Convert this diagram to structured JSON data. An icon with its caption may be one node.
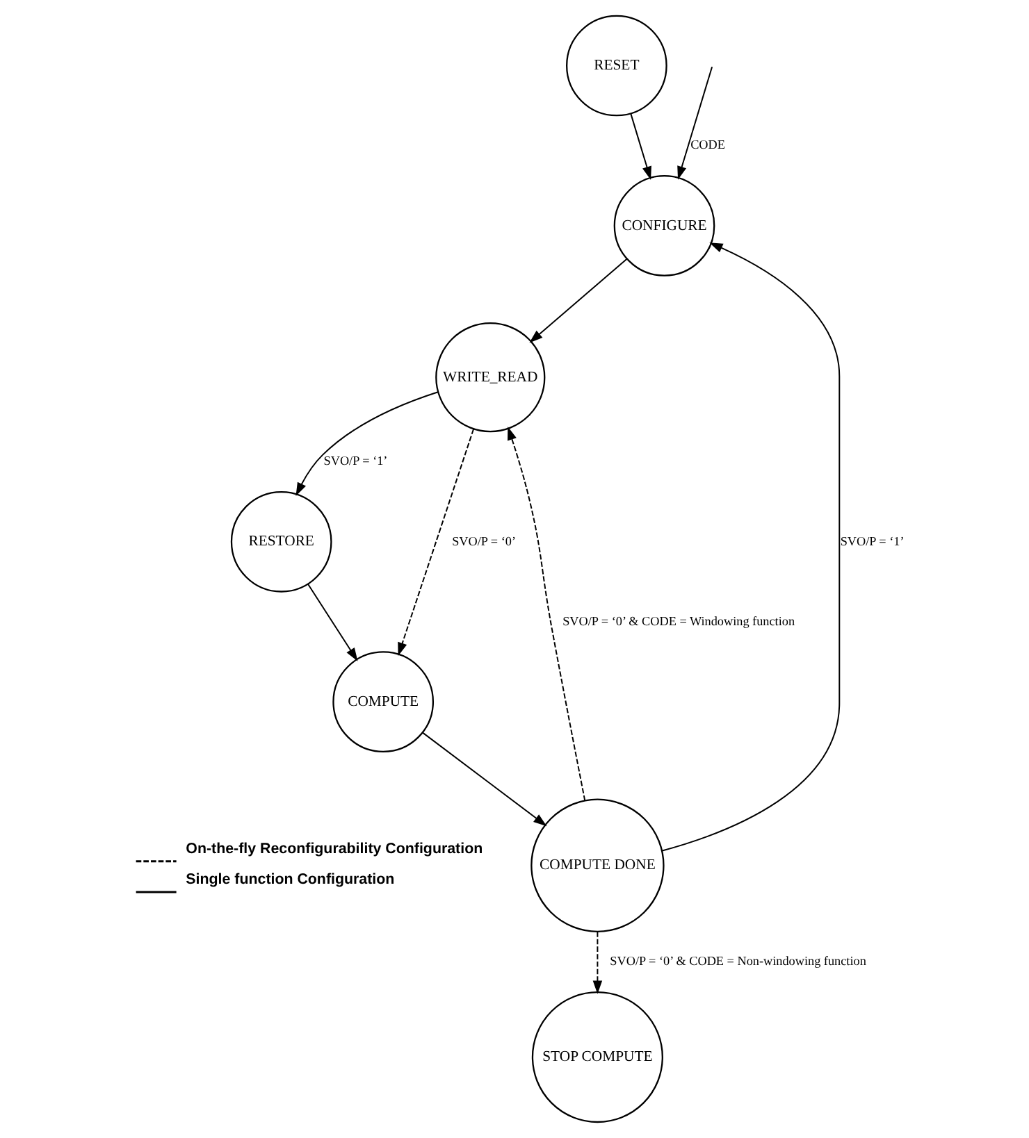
{
  "diagram": {
    "nodes": [
      {
        "text": [
          "RESET"
        ]
      },
      {
        "text": [
          "CONFIGURE"
        ]
      },
      {
        "text": [
          "STOP COMPUTE"
        ]
      },
      {
        "text": [
          "WRITE_READ"
        ]
      },
      {
        "text": [
          "COMPUTE DONE"
        ]
      },
      {
        "text": [
          "RESTORE"
        ]
      },
      {
        "text": [
          "COMPUTE"
        ]
      }
    ],
    "edges": [
      {
        "from": 0,
        "to": 1,
        "arrow": "to"
      },
      {
        "from": null,
        "to": 1,
        "arrow": "to",
        "label": "CODE"
      },
      {
        "from": 1,
        "to": 3,
        "arrow": "to"
      },
      {
        "from": 4,
        "to": 1,
        "arrow": "to",
        "label": "SVO/P = ‘1’"
      },
      {
        "from": 4,
        "to": 2,
        "arrow": "to",
        "style": "dashed",
        "label": "SVO/P = ‘0’ & CODE = Non-windowing function"
      },
      {
        "from": 4,
        "to": 3,
        "arrow": "to",
        "style": "dashed",
        "label": "SVO/P = ‘0’ & CODE = Windowing function"
      },
      {
        "from": 3,
        "to": 5,
        "arrow": "to",
        "label": "SVO/P = ‘1’"
      },
      {
        "from": 5,
        "to": 6,
        "arrow": "to"
      },
      {
        "from": 3,
        "to": 6,
        "arrow": "to",
        "style": "dashed",
        "label": "SVO/P = ‘0’"
      },
      {
        "from": 6,
        "to": 4,
        "arrow": "to"
      }
    ],
    "legend": [
      {
        "text": "On-the-fly Reconfigurability Configuration"
      },
      {
        "text": "Single function Configuration"
      }
    ]
  }
}
